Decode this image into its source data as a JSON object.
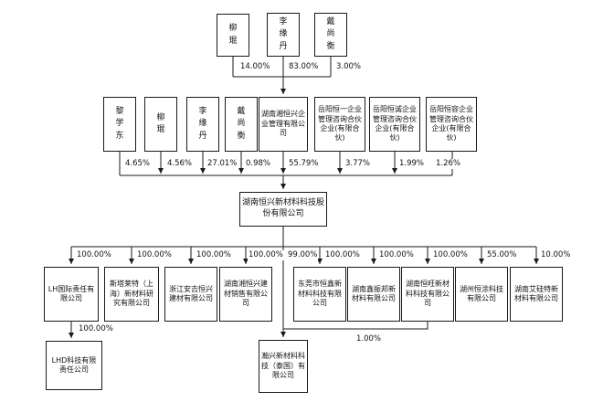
{
  "diagram": {
    "root_company": {
      "name": "湖南恒兴新材料科技股份有限公司"
    },
    "level1_owners": [
      {
        "name": "柳琨",
        "pct": "14.00%"
      },
      {
        "name": "李缘丹",
        "pct": "83.00%"
      },
      {
        "name": "戴尚衡",
        "pct": "3.00%"
      }
    ],
    "level2_owners": [
      {
        "name": "黎学东",
        "pct": "4.65%"
      },
      {
        "name": "柳琨",
        "pct": "4.56%"
      },
      {
        "name": "李缘丹",
        "pct": "27.01%"
      },
      {
        "name": "戴尚衡",
        "pct": "0.98%"
      },
      {
        "name": "湖南湘恒兴企业管理有限公司",
        "pct": "55.79%"
      },
      {
        "name": "岳阳恒一企业管理咨询合伙企业(有限合伙)",
        "pct": "3.77%"
      },
      {
        "name": "岳阳恒诚企业管理咨询合伙企业(有限合伙)",
        "pct": "1.99%"
      },
      {
        "name": "岳阳恒容企业管理咨询合伙企业(有限合伙)",
        "pct": "1.26%"
      }
    ],
    "subsidiaries": [
      {
        "name": "LH国际责任有限公司",
        "pct": "100.00%"
      },
      {
        "name": "斯塔莱特（上海）新材料研究有限公司",
        "pct": "100.00%"
      },
      {
        "name": "浙江安吉恒兴建材有限公司",
        "pct": "100.00%"
      },
      {
        "name": "湖南湘恒兴建材销售有限公司",
        "pct": "100.00%"
      },
      {
        "name": "东莞市恒鑫新材料科技有限公司",
        "pct": "100.00%"
      },
      {
        "name": "湖南鑫振邦新材料有限公司",
        "pct": "100.00%"
      },
      {
        "name": "湖南恒旺新材料科技有限公司",
        "pct": "100.00%"
      },
      {
        "name": "湖州恒涂科技有限公司",
        "pct": "55.00%"
      },
      {
        "name": "湖南艾硅特新材料有限公司",
        "pct": "10.00%"
      }
    ],
    "lhd": {
      "name": "LHD科技有限责任公司",
      "pct": "100.00%"
    },
    "thailand": {
      "name": "瀚兴新材料科技（泰国）有限公司",
      "pct_from_root": "99.00%",
      "pct_from_hengwang": "1.00%"
    },
    "colors": {
      "line": "#1a1a1a",
      "background": "#ffffff"
    }
  }
}
